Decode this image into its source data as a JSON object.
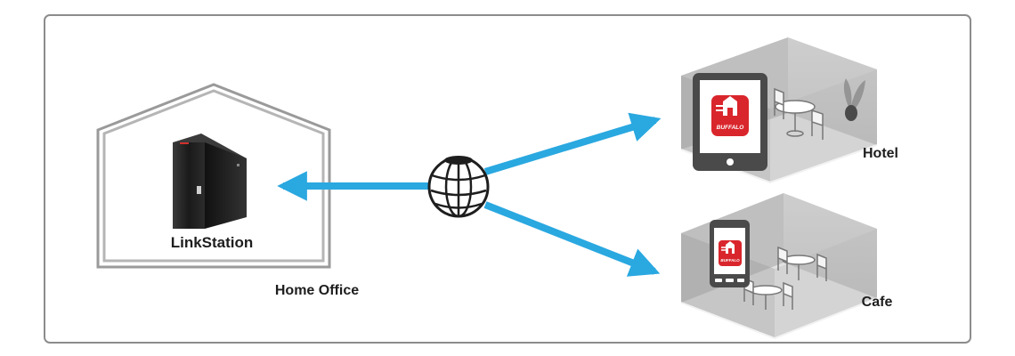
{
  "labels": {
    "linkstation": "LinkStation",
    "home_office": "Home Office",
    "hotel": "Hotel",
    "cafe": "Cafe"
  },
  "app_logo_text": "BUFFALO",
  "colors": {
    "arrow": "#2aa8e0",
    "frame": "#8c8c8c",
    "house": "#9a9a9a",
    "room_floor": "#d9d9d9",
    "room_wall": "#cfcfcf",
    "device": "#4a4a4a",
    "app_red": "#d9262c",
    "nas": "#1e1e1e"
  },
  "icons": [
    "globe-icon",
    "nas-device-icon",
    "tablet-icon",
    "smartphone-icon",
    "buffalo-app-icon"
  ]
}
